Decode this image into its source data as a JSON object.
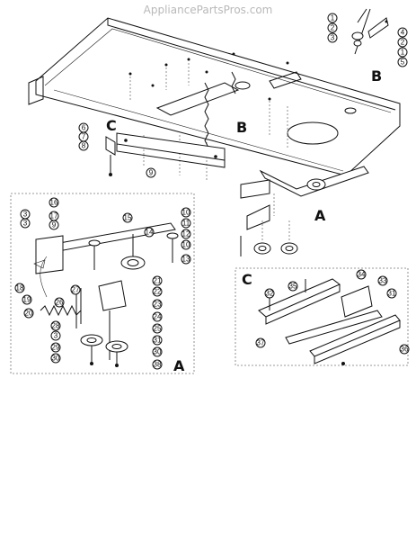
{
  "watermark": "AppliancePartsPros.com",
  "view_labels": {
    "A": "A",
    "B": "B",
    "C": "C"
  },
  "callouts": {
    "b1": "1",
    "b2": "2",
    "b3": "3",
    "b4": "4",
    "b5": "5",
    "b2r": "2",
    "b1r": "1",
    "c6": "6",
    "c7": "7",
    "c8": "8",
    "c9": "9",
    "a3": "3",
    "a3b": "3",
    "a17": "17",
    "a9": "9",
    "a16": "16",
    "a18": "18",
    "a19": "19",
    "a20": "20",
    "a26": "26",
    "a27": "27",
    "a28": "28",
    "a3c": "3",
    "a29": "29",
    "a30l": "30",
    "a15": "15",
    "a14": "14",
    "a10": "10",
    "a11": "11",
    "a12": "12",
    "a10b": "10",
    "a13": "13",
    "a21": "21",
    "a22": "22",
    "a23": "23",
    "a24": "24",
    "a25": "25",
    "a31": "31",
    "a30": "30",
    "a38": "38",
    "c32": "32",
    "c35": "35",
    "c34": "34",
    "c33": "33",
    "c31": "31",
    "c37": "37",
    "c36": "36"
  }
}
